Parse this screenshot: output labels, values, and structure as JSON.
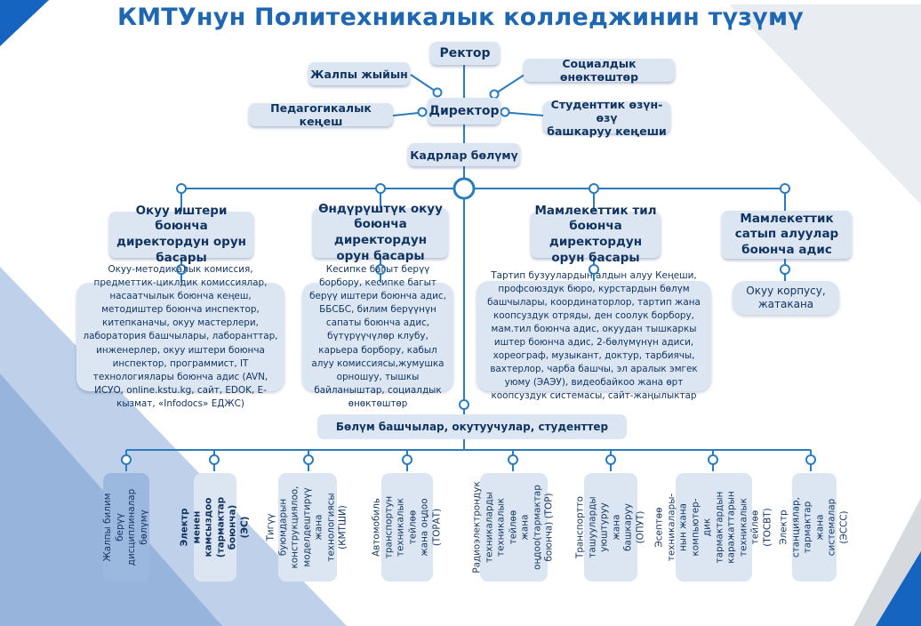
{
  "title": "КМТУнун Политехникалык колледжинин түзүмү",
  "top": {
    "rector": "Ректор",
    "general_meeting": "Жалпы жыйын",
    "social_partners": "Социалдык өнөктөштөр",
    "director": "Директор",
    "pedagogical_council": "Педагогикалык кеңеш",
    "student_council": "Студенттик өзүн-өзү\nбашкаруу кеңеши",
    "hr_department": "Кадрлар бөлүмү"
  },
  "deputies": [
    {
      "title": "Окуу иштери боюнча директордун орун басары",
      "desc": "Окуу-методикалык комиссия, предметтик-циклдик комиссиялар, насаатчылык боюнча кеңеш, методиштер боюнча инспектор, китепканачы, окуу мастерлери, лаборатория башчылары, лаборанттар, инженерлер, окуу иштери боюнча инспектор, программист, IT технологиялары боюнча адис (AVN, ИСУО, online.kstu.kg, сайт, EDOK, E-кызмат, «Infodocs» ЕДЖС)"
    },
    {
      "title": "Өндүрүштүк окуу боюнча директордун орун басары",
      "desc": "Кесипке багыт берүү борбору, кесипке багыт берүү иштери боюнча адис, ББСБС, билим берүүнүн сапаты боюнча адис, бүтүрүүчүлөр клубу, карьера борбору, кабыл алуу комиссиясы,жумушка орношуу, тышкы байланыштар, социалдык өнөктөштөр"
    },
    {
      "title": "Мамлекеттик тил боюнча директордун орун басары",
      "desc": "Тартип бузуулардын алдын алуу Кеңеши, профсоюздук бюро, курстардын бөлүм башчылары, координаторлор, тартип жана коопсуздук отряды, ден соолук борбору, мам.тил боюнча адис, окуудан тышкаркы иштер боюнча адис, 2-бөлүмүнүн адиси, хореограф, музыкант, доктур, тарбиячы, вахтерлор, чарба башчы, эл аралык эмгек уюму (ЭАЭУ), видеобайкоо жана өрт коопсуздук системасы, сайт-жаңылыктар"
    },
    {
      "title": "Мамлекеттик сатып алуулар боюнча адис",
      "desc": "Окуу корпусу, жатакана"
    }
  ],
  "heads": "Бөлүм башчылар, окутуучулар, студенттер",
  "departments": [
    "Жалпы билим берүү\nдисциплиналар\nбөлүмү",
    "Электр менен\nкамсыздоо (тармактар\nбоюнча) (ЭС)",
    "Тигүү буюмдарын\nконструкциялоо,\nмоделдештирүү жана\nтехнологиясы (КМТШИ)",
    "Автомобиль\nтранспортун\nтехникалык тейлөө\nжана оңдоо (ТОРАТ)",
    "Радиоэлектрондук\nтехникаларды\nтехникалык тейлөө\nжана оңдоо(тармактар\nбоюнча) (ТОР)",
    "Транспортто\nташууларды уюштуруу\nжана башкаруу\n(ОПУТ)",
    "Эсептөө техникалары-\nнын жана компьютер-\nдик тармактардын\nкаражаттарын\nтехникалык тейлөө\n(ТОСВТ)",
    "Электр станциялар,\nтармактар жана\nсистемалар (ЭССС)"
  ],
  "colors": {
    "title": "#1f67b1",
    "line": "#2b7bbf",
    "box": "#dbe6f2",
    "text": "#10335f",
    "deco_light": "#c9d4e6",
    "deco_dark": "#1565c0"
  }
}
